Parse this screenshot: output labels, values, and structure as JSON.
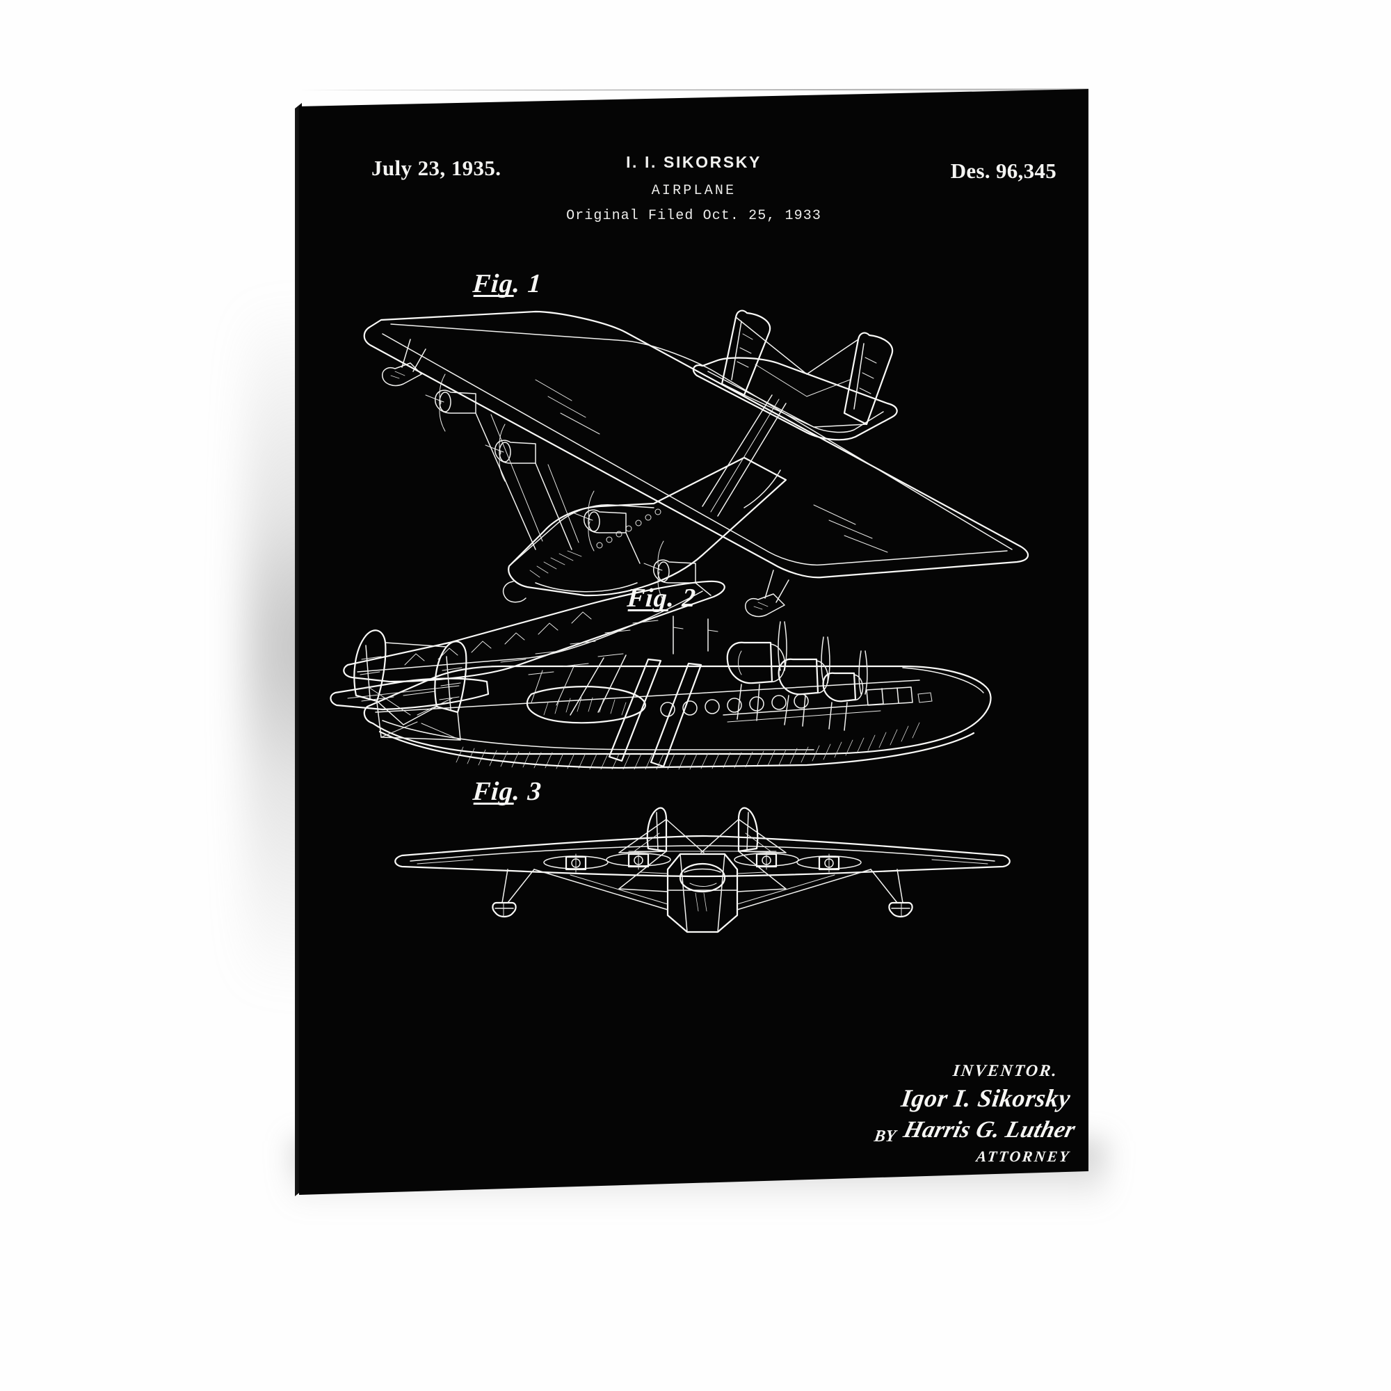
{
  "artwork": {
    "type": "patent-print-canvas",
    "background_color": "#050505",
    "line_color": "#f2f2f0",
    "wall_color": "#ffffff"
  },
  "header": {
    "date": "July 23, 1935.",
    "inventor_initials": "I. I. SIKORSKY",
    "title": "AIRPLANE",
    "filed": "Original Filed Oct. 25, 1933",
    "patent_number": "Des. 96,345"
  },
  "figures": [
    {
      "label": "Fig. 1",
      "description": "three-quarter perspective view of a four-engine flying boat airplane with high monoplane wing, twin tail fins and wing-tip floats"
    },
    {
      "label": "Fig. 2",
      "description": "side perspective view of the flying boat hull with sponsons, cabin windows and engine nacelles"
    },
    {
      "label": "Fig. 3",
      "description": "front elevation view showing wingspan, four propellers, twin vertical fins and underwing floats"
    }
  ],
  "signature": {
    "inventor_label": "INVENTOR.",
    "inventor_name": "Igor I. Sikorsky",
    "by_label": "BY",
    "attorney_name": "Harris G. Luther",
    "attorney_label": "ATTORNEY"
  }
}
